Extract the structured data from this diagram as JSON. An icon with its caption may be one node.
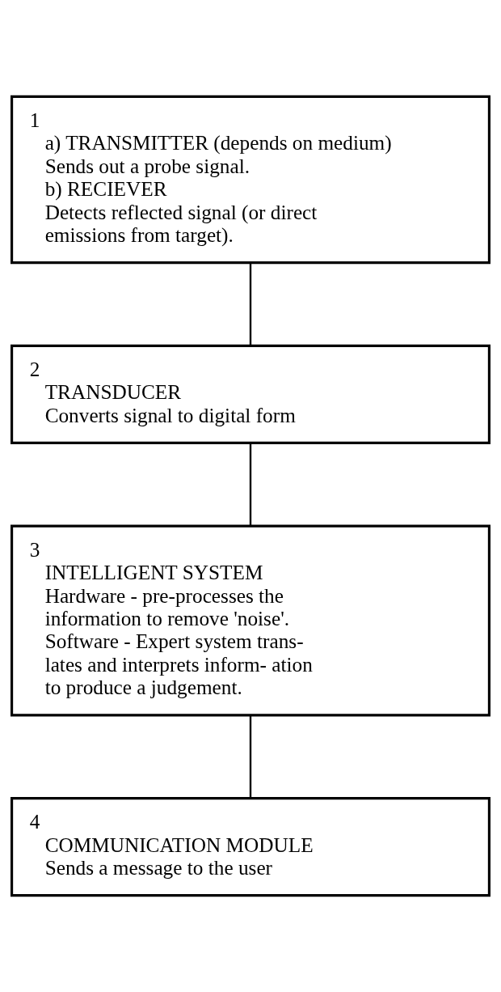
{
  "diagram": {
    "nodes": [
      {
        "text": [
          "1",
          "a) TRANSMITTER (depends on medium)",
          "Sends out a probe signal.",
          "b) RECIEVER",
          "Detects reflected signal (or direct emissions from target)."
        ]
      },
      {
        "text": [
          "2",
          "TRANSDUCER",
          "Converts signal to digital form"
        ]
      },
      {
        "text": [
          "3",
          "INTELLIGENT SYSTEM",
          "Hardware - pre-processes the information to remove 'noise'.",
          "Software - Expert system trans- lates and interprets inform- ation to produce a judgement."
        ]
      },
      {
        "text": [
          "4",
          "COMMUNICATION MODULE",
          "Sends a message to the user"
        ]
      }
    ],
    "edges": [
      {
        "from": 0,
        "to": 1,
        "arrow": "none"
      },
      {
        "from": 1,
        "to": 2,
        "arrow": "none"
      },
      {
        "from": 2,
        "to": 3,
        "arrow": "none"
      }
    ]
  }
}
